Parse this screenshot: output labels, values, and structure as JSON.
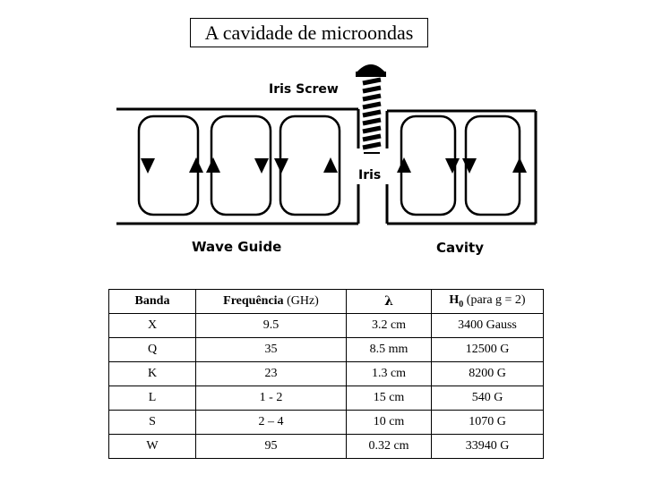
{
  "title": "A cavidade de microondas",
  "diagram": {
    "labels": {
      "iris_screw": "Iris  Screw",
      "iris": "Iris",
      "wave_guide": "Wave  Guide",
      "cavity": "Cavity"
    }
  },
  "table": {
    "headers": {
      "band": "Banda",
      "freq_main": "Frequência",
      "freq_unit": "(GHz)",
      "lambda": "λ",
      "h_main": "H",
      "h_sub": "0",
      "h_note": "(para g = 2)"
    },
    "rows": [
      {
        "band": "X",
        "freq": "9.5",
        "lambda": "3.2 cm",
        "h0": "3400 Gauss"
      },
      {
        "band": "Q",
        "freq": "35",
        "lambda": "8.5 mm",
        "h0": "12500 G"
      },
      {
        "band": "K",
        "freq": "23",
        "lambda": "1.3 cm",
        "h0": "8200 G"
      },
      {
        "band": "L",
        "freq": "1 - 2",
        "lambda": "15 cm",
        "h0": "540 G"
      },
      {
        "band": "S",
        "freq": "2 – 4",
        "lambda": "10 cm",
        "h0": "1070 G"
      },
      {
        "band": "W",
        "freq": "95",
        "lambda": "0.32 cm",
        "h0": "33940 G"
      }
    ]
  }
}
